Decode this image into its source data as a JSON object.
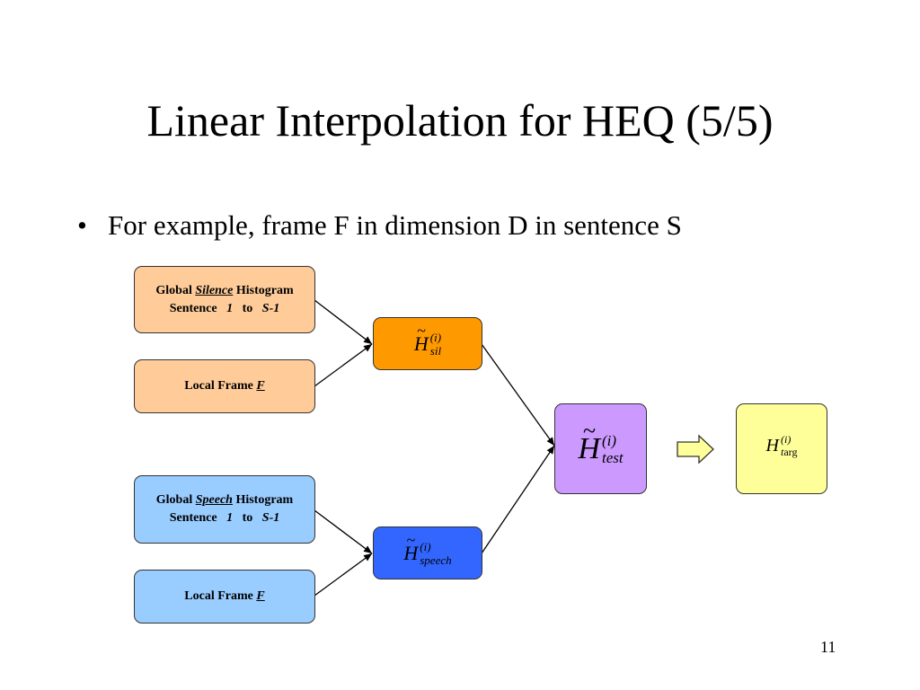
{
  "title": "Linear Interpolation for HEQ (5/5)",
  "bullet": "For example, frame F in dimension D in sentence S",
  "boxes": {
    "global_silence": {
      "line1_pre": "Global",
      "line1_em": "Silence",
      "line1_post": "Histogram",
      "line2_pre": "Sentence",
      "line2_from": "1",
      "line2_mid": "to",
      "line2_to": "S-1"
    },
    "local_frame_sil": {
      "pre": "Local Frame",
      "em": "F"
    },
    "global_speech": {
      "line1_pre": "Global",
      "line1_em": "Speech",
      "line1_post": "Histogram",
      "line2_pre": "Sentence",
      "line2_from": "1",
      "line2_mid": "to",
      "line2_to": "S-1"
    },
    "local_frame_speech": {
      "pre": "Local Frame",
      "em": "F"
    },
    "h_sil": {
      "symbol": "H",
      "tilde": "~",
      "sup": "(i)",
      "sub": "sil"
    },
    "h_speech": {
      "symbol": "H",
      "tilde": "~",
      "sup": "(i)",
      "sub": "speech"
    },
    "h_test": {
      "symbol": "H",
      "tilde": "~",
      "sup": "(i)",
      "sub": "test"
    },
    "h_targ": {
      "symbol": "H",
      "sup": "(i)",
      "sub_t": "t",
      "sub_rest": "arg"
    }
  },
  "colors": {
    "light_orange": "#ffcc99",
    "orange": "#ff9900",
    "light_blue": "#99ccff",
    "blue": "#3366ff",
    "purple": "#cc99ff",
    "yellow": "#ffff99"
  },
  "page_number": "11"
}
